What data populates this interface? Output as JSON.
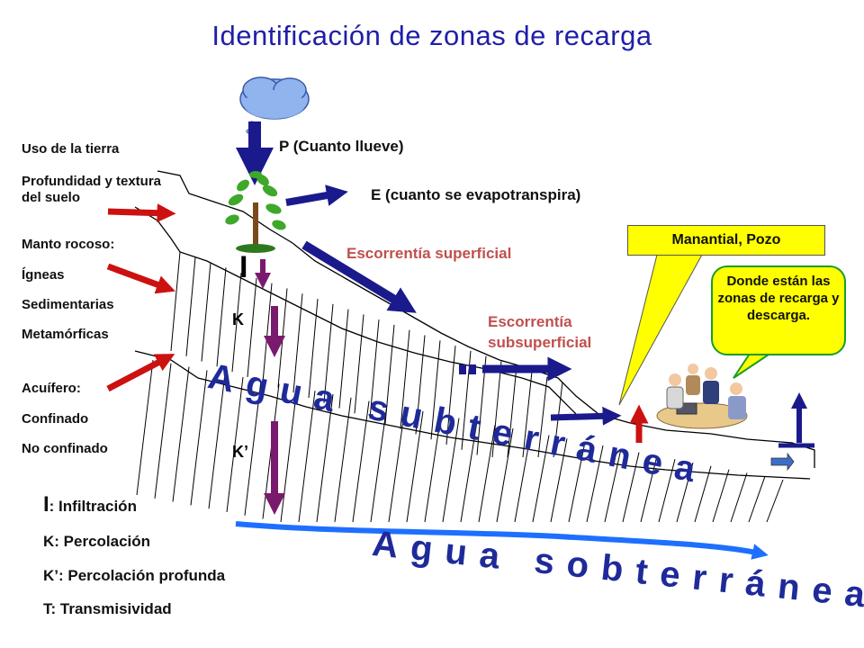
{
  "title": "Identificación de zonas de recarga",
  "left_labels": {
    "uso": "Uso de la tierra",
    "profundidad": "Profundidad y textura del suelo",
    "manto": "Manto rocoso:",
    "igneas": "Ígneas",
    "sedimentarias": "Sedimentarias",
    "metamorficas": "Metamórficas",
    "acuifero": "Acuífero:",
    "confinado": "Confinado",
    "no_confinado": "No confinado"
  },
  "process_labels": {
    "p": "P (Cuanto llueve)",
    "e": "E (cuanto se evapotranspira)",
    "esc_sup": "Escorrentía superficial",
    "esc_sub": "Escorrentía subsuperficial"
  },
  "symbols": {
    "i": "I",
    "k": "K",
    "k_prime": "K’"
  },
  "callouts": {
    "manantial": "Manantial, Pozo",
    "donde": "Donde están las zonas de recarga y descarga."
  },
  "big_labels": {
    "subterranea": "Agua subterránea",
    "sobterranea": "Agua sobterránea"
  },
  "legend": {
    "i_symbol": "I",
    "i_text": ": Infiltración",
    "k": "K: Percolación",
    "k_prime": "K’: Percolación profunda",
    "t": "T: Transmisividad"
  },
  "colors": {
    "title": "#1f1fa8",
    "navy_arrow": "#1a1a8c",
    "red_arrow": "#cc1111",
    "purple_arrow": "#7a1a6e",
    "blue_flow": "#1e6fff",
    "callout_fill": "#ffff00",
    "callout_border": "#1a9c2a",
    "runoff_text": "#c0504d",
    "cloud": "#8fb4ee"
  },
  "icons": [
    "cloud-icon",
    "tree-icon",
    "people-meeting-icon",
    "well-icon"
  ]
}
